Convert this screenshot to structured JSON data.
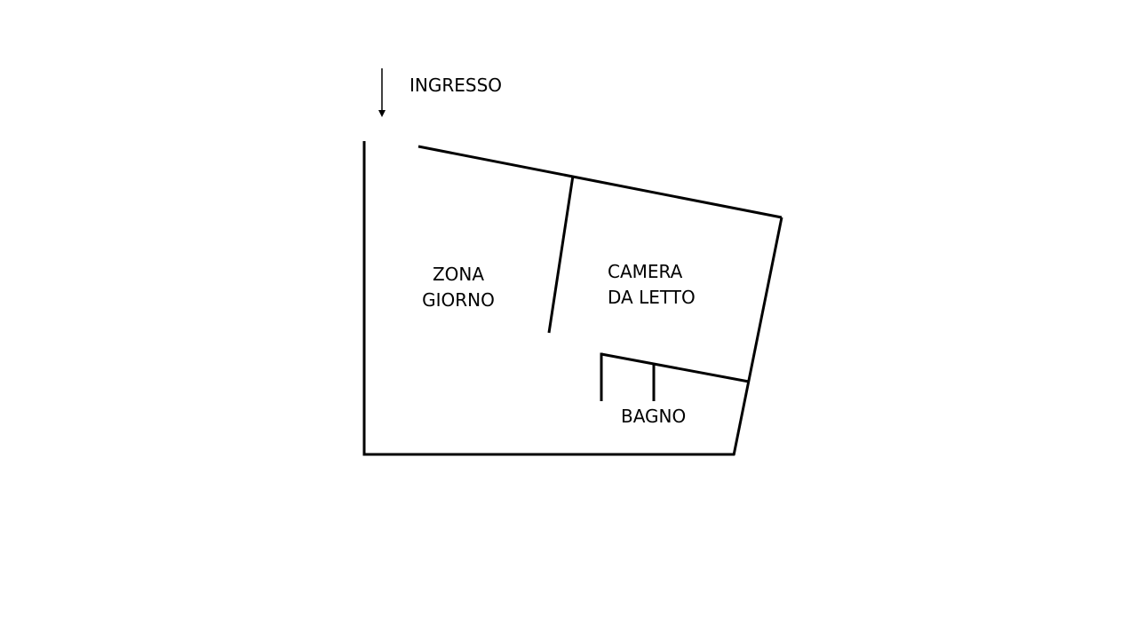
{
  "labels": {
    "entrance": "INGRESSO",
    "living_area_line1": "ZONA",
    "living_area_line2": "GIORNO",
    "bedroom_line1": "CAMERA",
    "bedroom_line2": "DA LETTO",
    "bathroom": "BAGNO"
  },
  "colors": {
    "line": "#000000",
    "background": "#ffffff"
  },
  "icons": {
    "entrance_arrow": "arrow-down-icon"
  }
}
